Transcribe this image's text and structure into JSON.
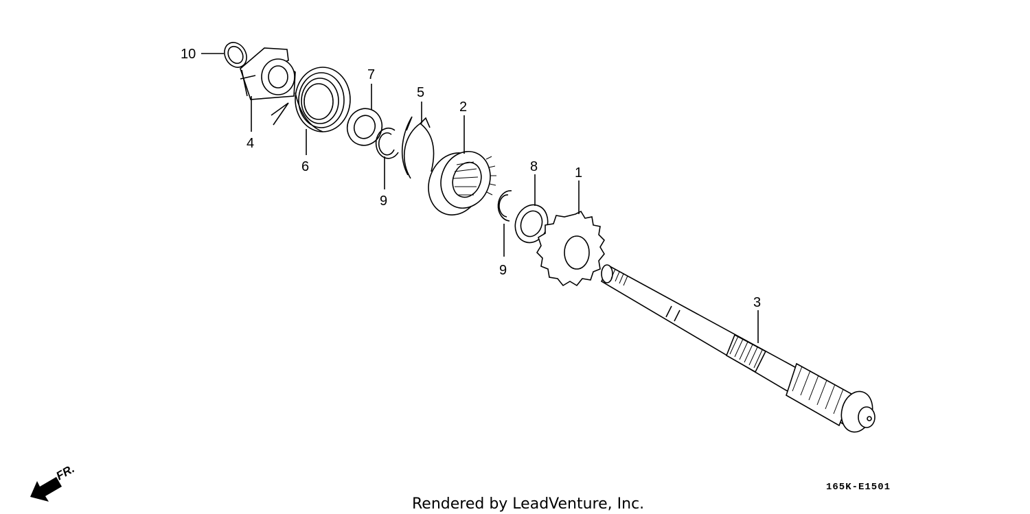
{
  "parts": {
    "callouts": [
      "1",
      "2",
      "3",
      "4",
      "5",
      "6",
      "7",
      "8",
      "9",
      "9",
      "10"
    ]
  },
  "footer": {
    "diagram_code": "165K-E1501",
    "credit": "Rendered by LeadVenture, Inc.",
    "front_label": "FR."
  }
}
